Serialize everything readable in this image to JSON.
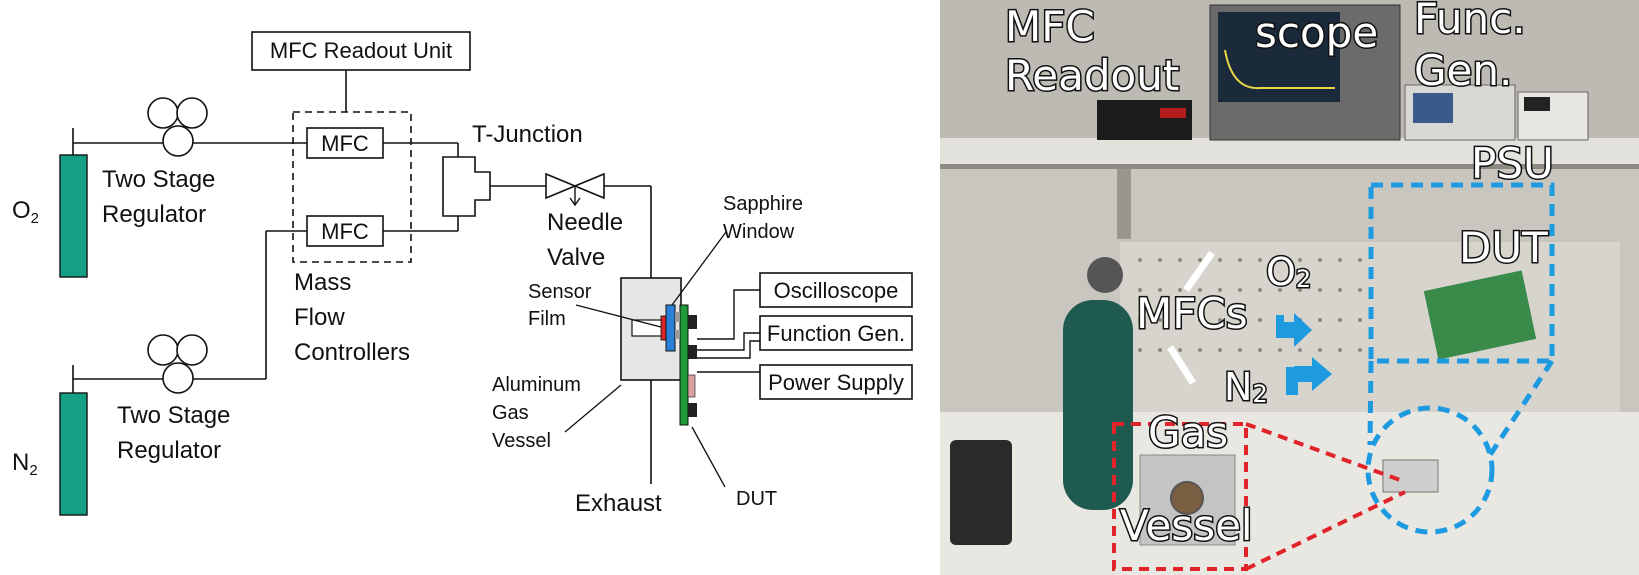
{
  "schematic": {
    "mfc_readout_unit": "MFC Readout Unit",
    "mfc_top": "MFC",
    "mfc_bottom": "MFC",
    "t_junction": "T-Junction",
    "o2_prefix": "O",
    "o2_sub": "2",
    "n2_prefix": "N",
    "n2_sub": "2",
    "regulator_top": [
      "Two Stage",
      "Regulator"
    ],
    "regulator_bottom": [
      "Two Stage",
      "Regulator"
    ],
    "mass_flow_controllers": [
      "Mass",
      "Flow",
      "Controllers"
    ],
    "needle_valve": [
      "Needle",
      "Valve"
    ],
    "sapphire_window": [
      "Sapphire",
      "Window"
    ],
    "sensor_film": [
      "Sensor",
      "Film"
    ],
    "aluminum_gas_vessel": [
      "Aluminum",
      "Gas",
      "Vessel"
    ],
    "exhaust": "Exhaust",
    "dut": "DUT",
    "oscilloscope": "Oscilloscope",
    "function_gen": "Function Gen.",
    "power_supply": "Power Supply",
    "colors": {
      "cylinder": "#14a085",
      "sensor_blue": "#2a7fd6",
      "pcb_green": "#1f9a3a",
      "film_red": "#d9262b"
    }
  },
  "photo": {
    "mfc_readout": [
      "MFC",
      "Readout"
    ],
    "scope": "scope",
    "func_gen": [
      "Func.",
      "Gen."
    ],
    "psu": "PSU",
    "dut": "DUT",
    "mfcs": "MFCs",
    "o2_prefix": "O",
    "o2_sub": "2",
    "n2_prefix": "N",
    "n2_sub": "2",
    "gas_vessel": [
      "Gas",
      "Vessel"
    ],
    "colors": {
      "highlight_blue": "#1e9be0",
      "highlight_red": "#e0242a",
      "arrow_blue": "#1e9be0"
    }
  }
}
